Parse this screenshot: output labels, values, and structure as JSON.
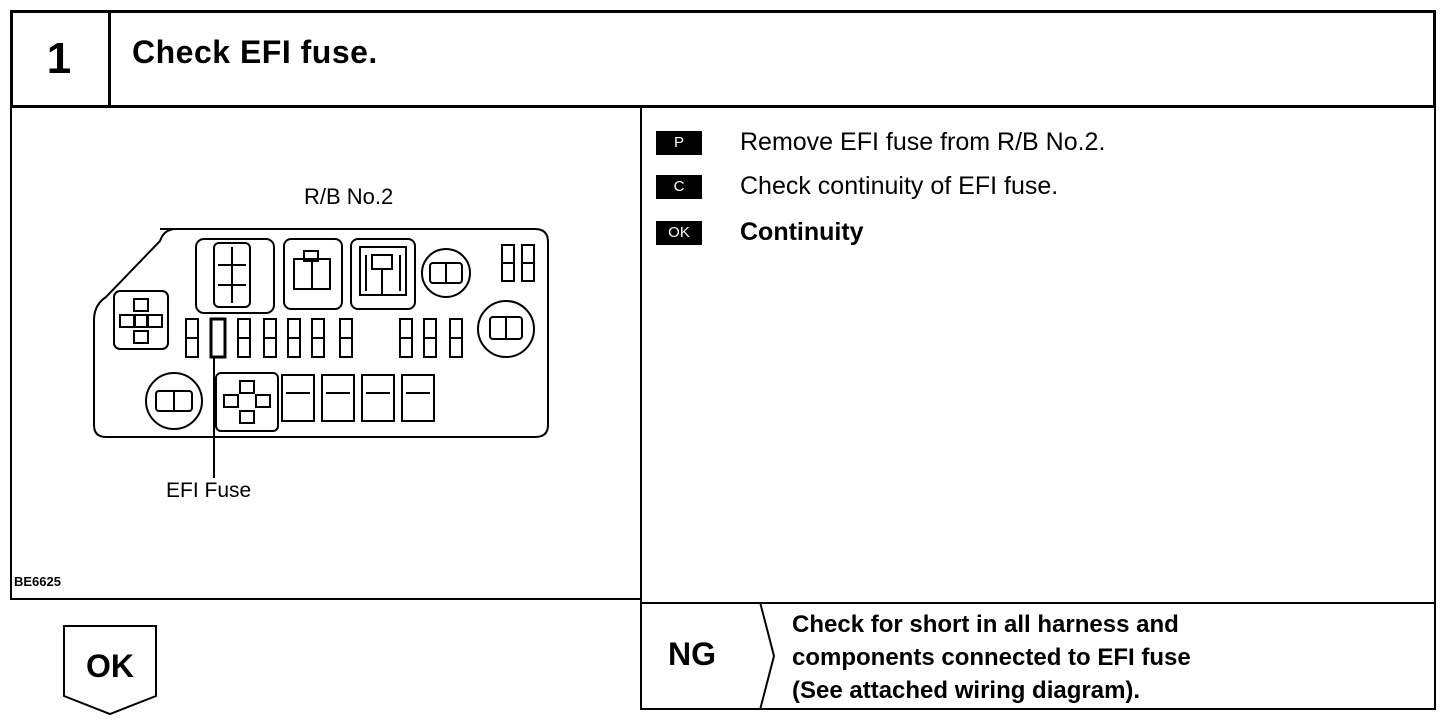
{
  "header": {
    "step_number": "1",
    "title": "Check EFI fuse."
  },
  "figure": {
    "title": "R/B No.2",
    "callout": "EFI Fuse",
    "code": "BE6625"
  },
  "instructions": [
    {
      "badge": "P",
      "text": "Remove EFI fuse from R/B No.2."
    },
    {
      "badge": "C",
      "text": "Check continuity of EFI fuse."
    },
    {
      "badge": "OK",
      "text": "Continuity"
    }
  ],
  "ng": {
    "label": "NG",
    "lines": [
      "Check for short in all harness and",
      "components connected to EFI fuse",
      "(See attached wiring diagram)."
    ]
  },
  "ok": {
    "label": "OK"
  }
}
